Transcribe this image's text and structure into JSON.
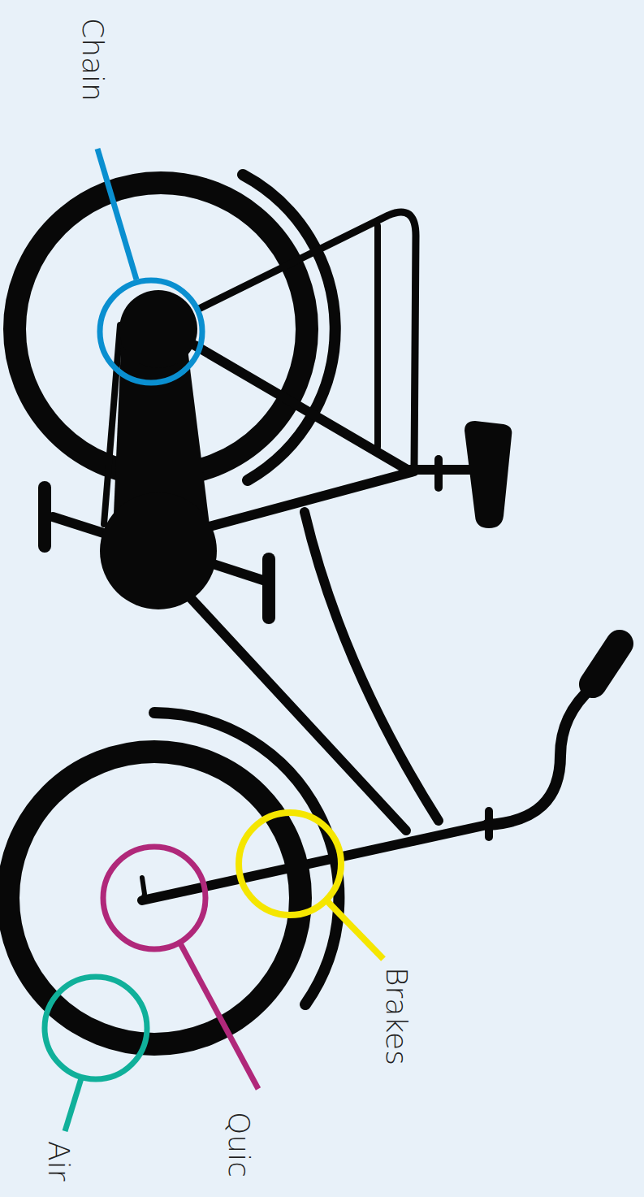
{
  "diagram": {
    "labels": [
      "Chain",
      "Brakes",
      "Quic",
      "Air"
    ]
  }
}
